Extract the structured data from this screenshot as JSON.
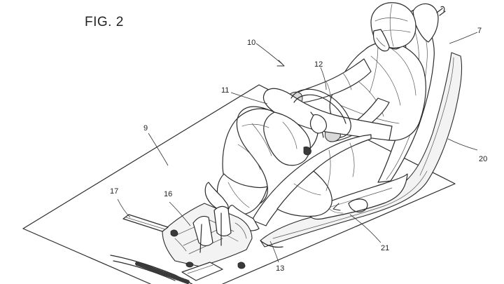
{
  "figure": {
    "title": "FIG. 2"
  },
  "reference_numerals": {
    "n10": "10",
    "n12": "12",
    "n7": "7",
    "n11": "11",
    "n9": "9",
    "n20": "20",
    "n17": "17",
    "n16": "16",
    "n21": "21",
    "n13": "13"
  },
  "colors": {
    "line": "#2b2b2b",
    "background": "#ffffff"
  }
}
